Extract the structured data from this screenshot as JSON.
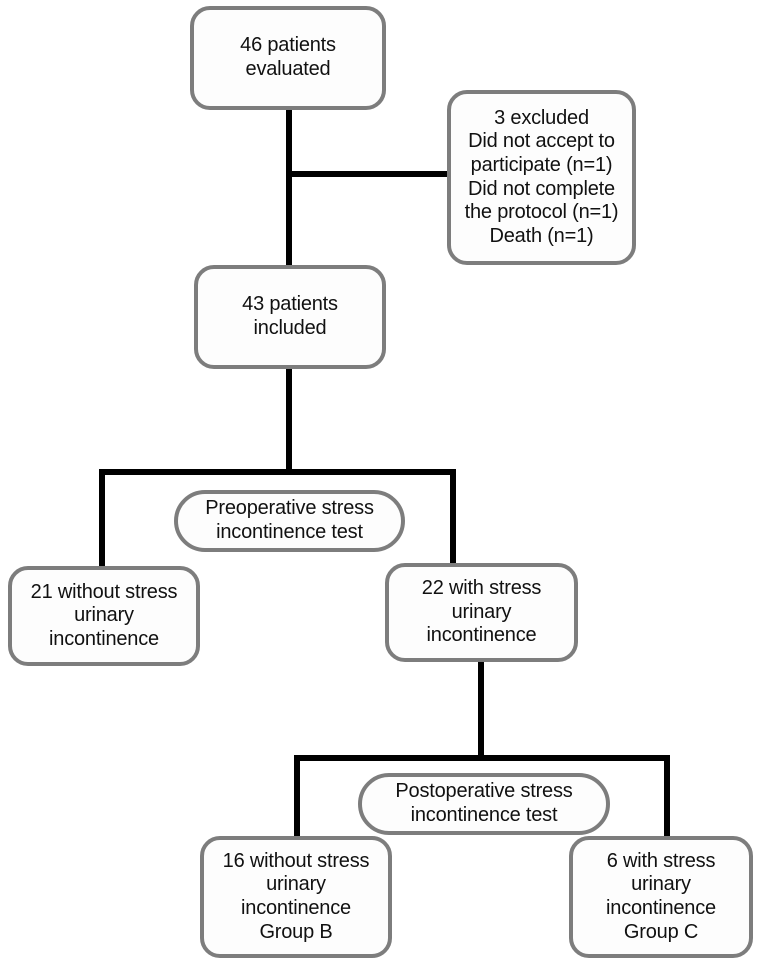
{
  "diagram": {
    "type": "flowchart",
    "title": "Patient enrollment and stress incontinence testing flow",
    "orientation": "top-down",
    "border_color": "#7d7d7d",
    "connector_color": "#000000",
    "background_color": "#ffffff",
    "text_color": "#111111"
  },
  "nodes": {
    "evaluated": {
      "id": "evaluated",
      "shape": "rounded-rect",
      "text": "46 patients\nevaluated",
      "count": 46
    },
    "excluded": {
      "id": "excluded",
      "shape": "rounded-rect",
      "text": "3 excluded\nDid not accept to\nparticipate (n=1)\nDid not complete\nthe protocol (n=1)\nDeath (n=1)",
      "count": 3,
      "reasons": [
        {
          "label": "Did not accept to participate",
          "n": 1
        },
        {
          "label": "Did not complete the protocol",
          "n": 1
        },
        {
          "label": "Death",
          "n": 1
        }
      ]
    },
    "included": {
      "id": "included",
      "shape": "rounded-rect",
      "text": "43 patients\nincluded",
      "count": 43
    },
    "preop_test": {
      "id": "preop_test",
      "shape": "pill",
      "text": "Preoperative stress\nincontinence test"
    },
    "preop_without": {
      "id": "preop_without",
      "shape": "rounded-rect",
      "text": "21 without stress\nurinary\nincontinence",
      "count": 21
    },
    "preop_with": {
      "id": "preop_with",
      "shape": "rounded-rect",
      "text": "22 with stress\nurinary\nincontinence",
      "count": 22
    },
    "postop_test": {
      "id": "postop_test",
      "shape": "pill",
      "text": "Postoperative stress\nincontinence test"
    },
    "group_b": {
      "id": "group_b",
      "shape": "rounded-rect",
      "text": "16 without stress\nurinary\nincontinence\nGroup B",
      "count": 16,
      "group": "Group B"
    },
    "group_c": {
      "id": "group_c",
      "shape": "rounded-rect",
      "text": "6 with stress\nurinary\nincontinence\nGroup C",
      "count": 6,
      "group": "Group C"
    }
  },
  "edges": [
    {
      "from": "evaluated",
      "to": "included",
      "kind": "vertical"
    },
    {
      "from": "evaluated",
      "to": "excluded",
      "kind": "branch-right"
    },
    {
      "from": "included",
      "to": "preop_without",
      "kind": "split-left"
    },
    {
      "from": "included",
      "to": "preop_with",
      "kind": "split-right"
    },
    {
      "from": "preop_with",
      "to": "group_b",
      "kind": "split-left"
    },
    {
      "from": "preop_with",
      "to": "group_c",
      "kind": "split-right"
    }
  ]
}
